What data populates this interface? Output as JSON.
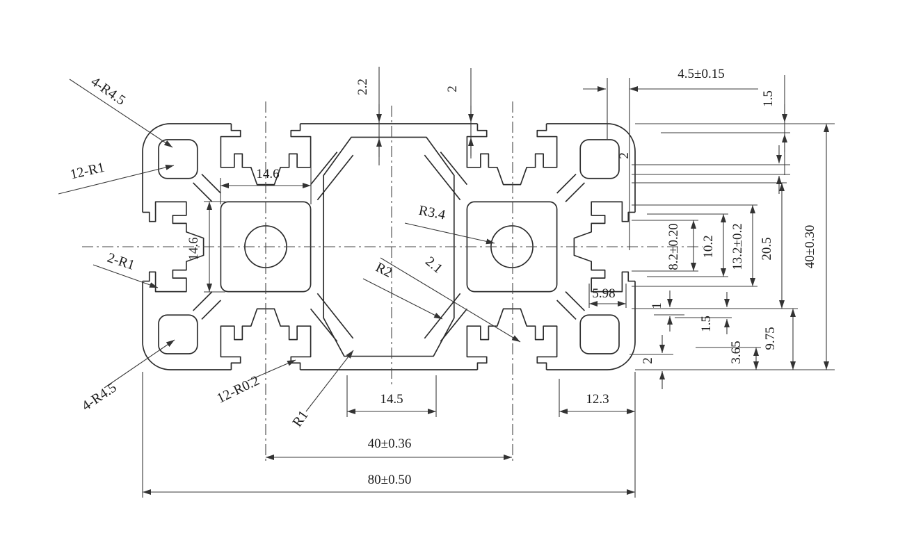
{
  "drawing": {
    "type": "engineering cross-section drawing",
    "subject": "40x80 aluminum extrusion profile",
    "callouts": {
      "corner_radius_top": "4-R4.5",
      "inner_fillet_12": "12-R1",
      "edge_fillet_2": "2-R1",
      "corner_radius_bottom": "4-R4.5",
      "slot_fillet_12": "12-R0.2",
      "fillet_r1": "R1",
      "fillet_r2": "R2",
      "web_thickness": "2.1",
      "center_hole_radius": "R3.4"
    },
    "dimensions": {
      "overall_width": "80±0.50",
      "slot_pitch": "40±0.36",
      "bottom_opening": "14.5",
      "right_offset": "12.3",
      "cavity_width": "14.6",
      "cavity_height": "14.6",
      "top_wall": "2.2",
      "top_lip": "2",
      "edge_wall": "4.5±0.15",
      "top_step": "1.5",
      "right_lip": "2",
      "slot_opening": "8.2±0.20",
      "slot_mid": "10.2",
      "slot_inner": "13.2±0.2",
      "half_height": "20.5",
      "overall_height": "40±0.30",
      "groove_width": "5.98",
      "wall_one": "1",
      "wall_one_five": "1.5",
      "wall_3_65": "3.65",
      "wall_9_75": "9.75",
      "bottom_lip": "2"
    }
  }
}
